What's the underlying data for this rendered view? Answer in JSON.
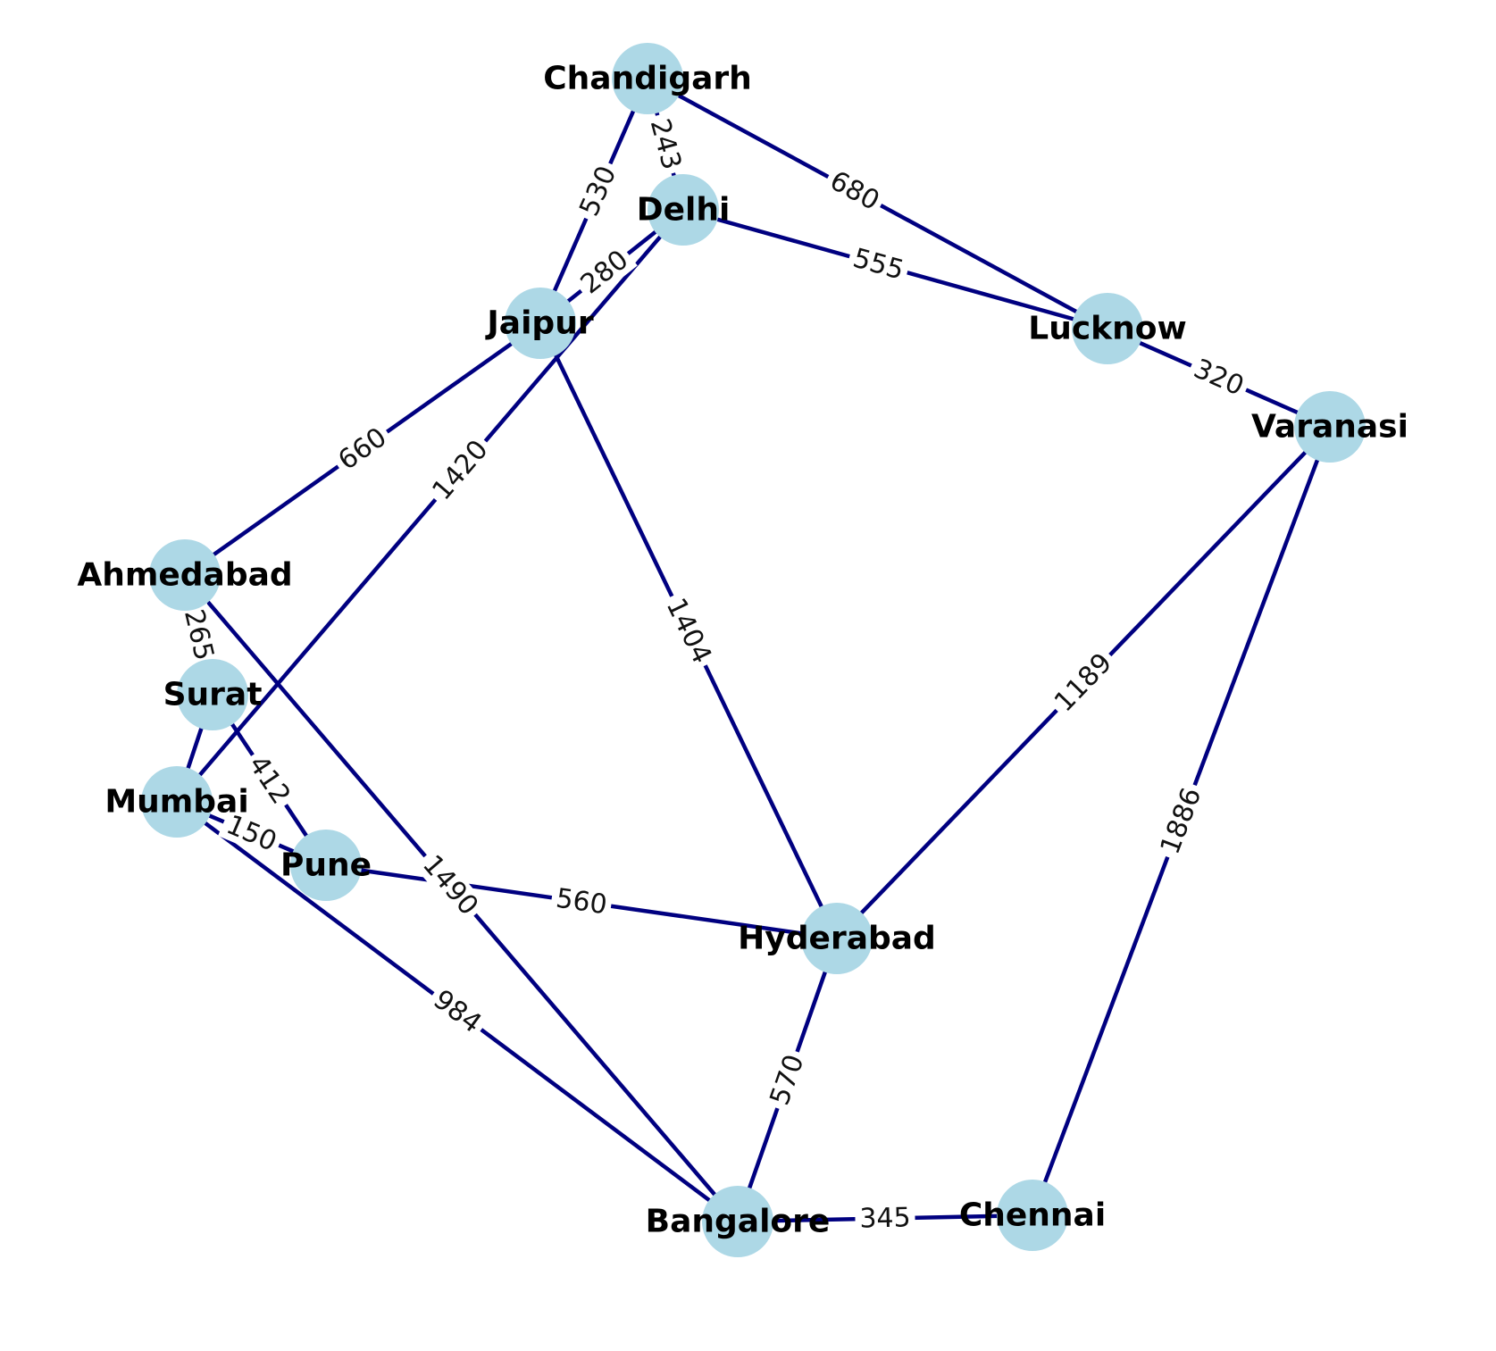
{
  "colors": {
    "node_fill": "#add8e6",
    "edge_stroke": "#000080",
    "background": "#ffffff"
  },
  "nodes": [
    {
      "id": "chandigarh",
      "label": "Chandigarh"
    },
    {
      "id": "delhi",
      "label": "Delhi"
    },
    {
      "id": "jaipur",
      "label": "Jaipur"
    },
    {
      "id": "lucknow",
      "label": "Lucknow"
    },
    {
      "id": "varanasi",
      "label": "Varanasi"
    },
    {
      "id": "ahmedabad",
      "label": "Ahmedabad"
    },
    {
      "id": "surat",
      "label": "Surat"
    },
    {
      "id": "mumbai",
      "label": "Mumbai"
    },
    {
      "id": "pune",
      "label": "Pune"
    },
    {
      "id": "hyderabad",
      "label": "Hyderabad"
    },
    {
      "id": "bangalore",
      "label": "Bangalore"
    },
    {
      "id": "chennai",
      "label": "Chennai"
    }
  ],
  "edges": [
    {
      "from": "chandigarh",
      "to": "jaipur",
      "label": "530"
    },
    {
      "from": "chandigarh",
      "to": "delhi",
      "label": "243"
    },
    {
      "from": "chandigarh",
      "to": "lucknow",
      "label": "680"
    },
    {
      "from": "delhi",
      "to": "lucknow",
      "label": "555"
    },
    {
      "from": "delhi",
      "to": "jaipur",
      "label": "280"
    },
    {
      "from": "delhi",
      "to": "mumbai",
      "label": "1420"
    },
    {
      "from": "lucknow",
      "to": "varanasi",
      "label": "320"
    },
    {
      "from": "jaipur",
      "to": "ahmedabad",
      "label": "660"
    },
    {
      "from": "jaipur",
      "to": "hyderabad",
      "label": "1404"
    },
    {
      "from": "varanasi",
      "to": "hyderabad",
      "label": "1189"
    },
    {
      "from": "varanasi",
      "to": "chennai",
      "label": "1886"
    },
    {
      "from": "ahmedabad",
      "to": "surat",
      "label": "265"
    },
    {
      "from": "ahmedabad",
      "to": "bangalore",
      "label": "1490"
    },
    {
      "from": "surat",
      "to": "mumbai",
      "label": ""
    },
    {
      "from": "surat",
      "to": "pune",
      "label": "412"
    },
    {
      "from": "mumbai",
      "to": "pune",
      "label": "150"
    },
    {
      "from": "mumbai",
      "to": "bangalore",
      "label": "984"
    },
    {
      "from": "pune",
      "to": "hyderabad",
      "label": "560"
    },
    {
      "from": "hyderabad",
      "to": "bangalore",
      "label": "570"
    },
    {
      "from": "bangalore",
      "to": "chennai",
      "label": "345"
    }
  ]
}
